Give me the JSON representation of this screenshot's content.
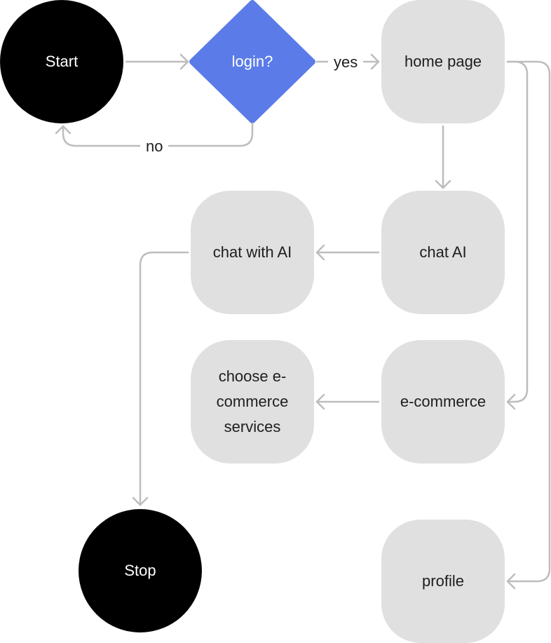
{
  "colors": {
    "terminal_fill": "#000000",
    "decision_fill": "#5b7be8",
    "process_fill": "#e0e0e0",
    "connector": "#bdbdbd",
    "text_dark": "#1e1e1e",
    "text_light": "#ffffff"
  },
  "nodes": {
    "start": {
      "label": "Start",
      "shape": "circle"
    },
    "login": {
      "label": "login?",
      "shape": "diamond"
    },
    "home_page": {
      "label": "home page",
      "shape": "rounded-rect"
    },
    "chat_ai": {
      "label": "chat AI",
      "shape": "rounded-rect"
    },
    "chat_with_ai": {
      "label": "chat with AI",
      "shape": "rounded-rect"
    },
    "e_commerce": {
      "label": "e-commerce",
      "shape": "rounded-rect"
    },
    "choose_services": {
      "label": "choose e-commerce services",
      "shape": "rounded-rect"
    },
    "profile": {
      "label": "profile",
      "shape": "rounded-rect"
    },
    "stop": {
      "label": "Stop",
      "shape": "circle"
    }
  },
  "edges": [
    {
      "from": "start",
      "to": "login",
      "label": ""
    },
    {
      "from": "login",
      "to": "home_page",
      "label": "yes"
    },
    {
      "from": "login",
      "to": "start",
      "label": "no"
    },
    {
      "from": "home_page",
      "to": "chat_ai",
      "label": ""
    },
    {
      "from": "home_page",
      "to": "e_commerce",
      "label": ""
    },
    {
      "from": "home_page",
      "to": "profile",
      "label": ""
    },
    {
      "from": "chat_ai",
      "to": "chat_with_ai",
      "label": ""
    },
    {
      "from": "e_commerce",
      "to": "choose_services",
      "label": ""
    },
    {
      "from": "chat_with_ai",
      "to": "stop",
      "label": ""
    }
  ]
}
